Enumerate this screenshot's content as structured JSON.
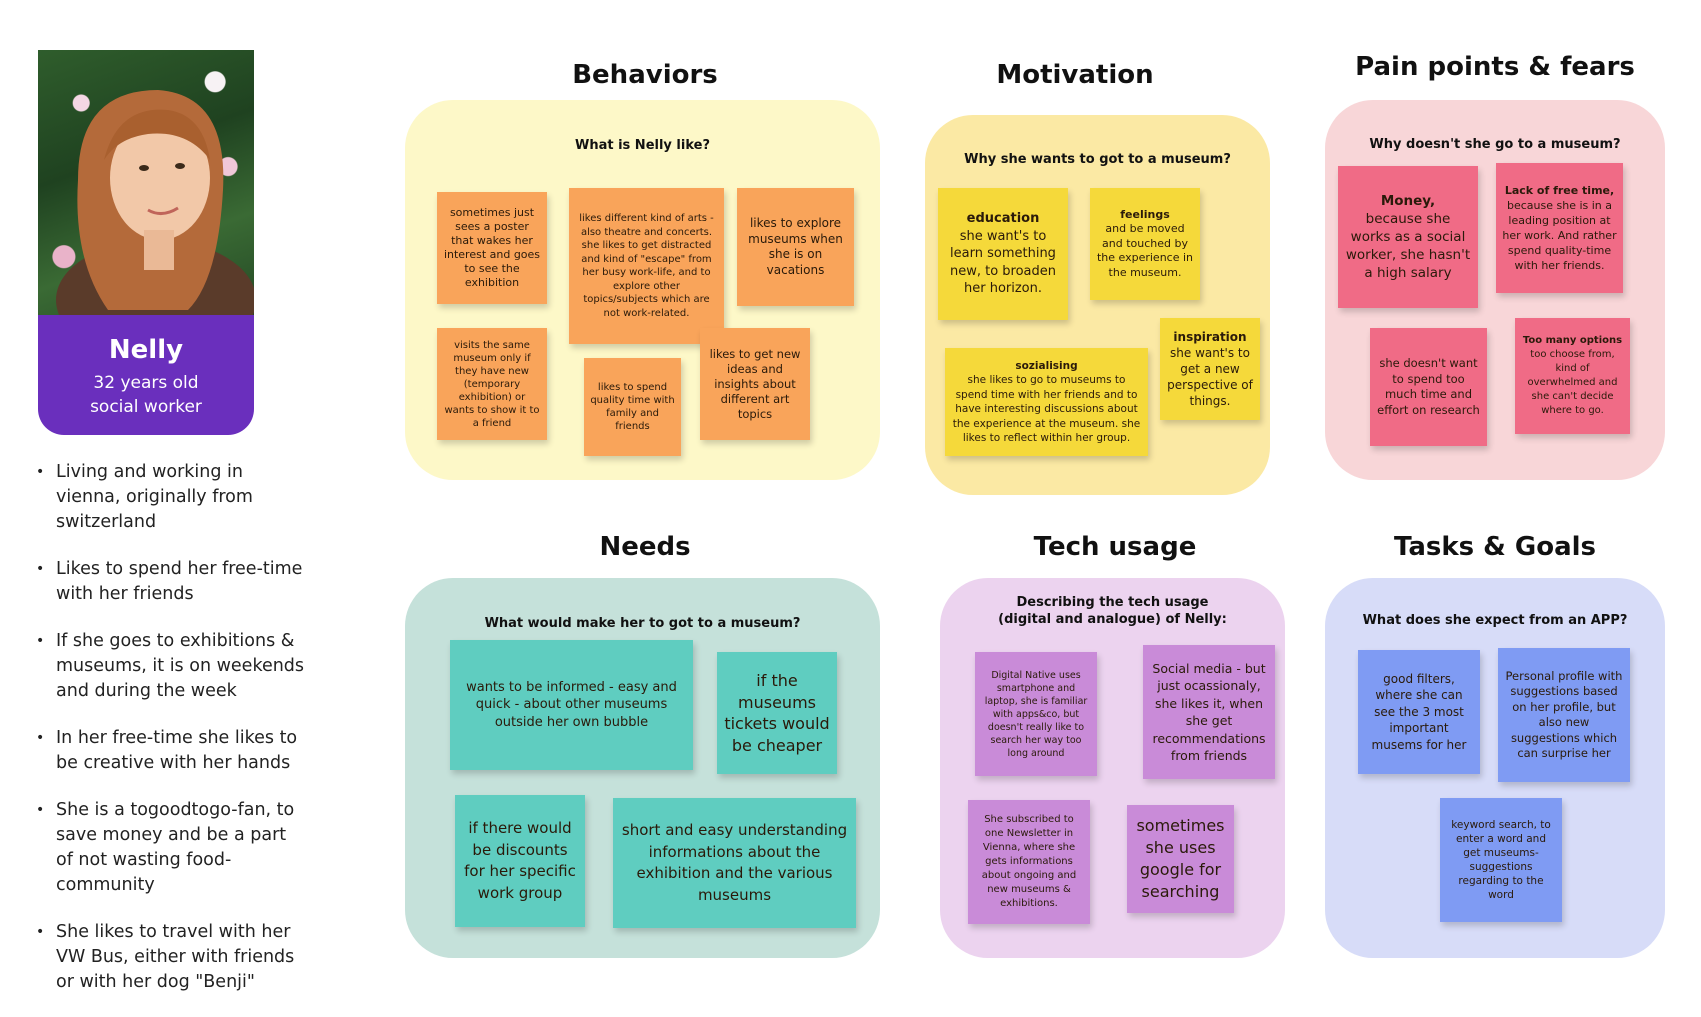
{
  "persona": {
    "name": "Nelly",
    "age": "32 years old",
    "job": "social worker",
    "facts": [
      "Living and working in vienna, originally from switzerland",
      "Likes to spend her free-time with her friends",
      "If she goes to exhibitions & museums, it is on weekends and during the week",
      "In her free-time she likes to be creative with her hands",
      "She is a togoodtogo-fan, to save money and be a part of not wasting food-community",
      "She likes to travel with her VW Bus, either with friends or with her dog \"Benji\""
    ]
  },
  "behaviors": {
    "title": "Behaviors",
    "question": "What is Nelly like?",
    "notes": [
      "sometimes just sees a poster that wakes her interest and goes to see the exhibition",
      "likes different kind of arts - also theatre and concerts. she likes to get distracted and kind of \"escape\" from her busy work-life, and to explore other topics/subjects which are not work-related.",
      "likes to explore museums when she is on vacations",
      "visits the same museum only if they have new (temporary exhibition) or wants to show it to a friend",
      "likes to spend quality time with family and friends",
      "likes to get new ideas and insights about different art topics"
    ]
  },
  "motivation": {
    "title": "Motivation",
    "question": "Why she wants to got to a museum?",
    "notes": [
      {
        "head": "education",
        "body": "she want's to learn something new, to broaden her horizon."
      },
      {
        "head": "feelings",
        "body": "and be moved and touched by the experience in the museum."
      },
      {
        "head": "inspiration",
        "body": "she want's to get a new perspective of things."
      },
      {
        "head": "sozialising",
        "body": "she likes to go to museums to spend time with her friends and to have interesting discussions about the experience at the museum. she likes to reflect within her group."
      }
    ]
  },
  "pain": {
    "title": "Pain points & fears",
    "question": "Why doesn't she go to a museum?",
    "notes": [
      {
        "head": "Money,",
        "body": "because she works as a social worker, she hasn't a high salary"
      },
      {
        "head": "Lack of free time,",
        "body": "because she is in a leading position at her work. And rather spend quality-time with her friends."
      },
      {
        "head": "",
        "body": "she doesn't want to spend too much time and effort on research"
      },
      {
        "head": "Too many options",
        "body": "too choose from, kind of overwhelmed and she can't decide where to go."
      }
    ]
  },
  "needs": {
    "title": "Needs",
    "question": "What would make her to got to a museum?",
    "notes": [
      "wants to be informed - easy and quick - about other museums outside her own bubble",
      "if the museums tickets would be cheaper",
      "if there would be discounts for her specific work group",
      "short and easy understanding informations about the exhibition and the various museums"
    ]
  },
  "tech": {
    "title": "Tech usage",
    "question": "Describing the tech usage (digital and analogue) of Nelly:",
    "notes": [
      "Digital Native uses smartphone and laptop, she is familiar with apps&co, but doesn't really like to search her way too long around",
      "Social media - but just ocassionaly, she likes it, when she get recommendations from friends",
      "She subscribed to one Newsletter in Vienna, where she gets informations about ongoing and new museums & exhibitions.",
      "sometimes she uses google for searching"
    ]
  },
  "tasks": {
    "title": "Tasks & Goals",
    "question": "What does she expect from an APP?",
    "notes": [
      "good filters, where she can see the 3 most important musems for her",
      "Personal profile with suggestions based on her profile, but also new suggestions which can surprise her",
      "keyword search, to enter a word and get museums-suggestions regarding to the word"
    ]
  },
  "colors": {
    "persona": "#6a2fbd",
    "behaviors_panel": "#fdf8c8",
    "motivation_panel": "#fbe9a4",
    "pain_panel": "#f8d6d8",
    "needs_panel": "#c5e1da",
    "tech_panel": "#ecd3ef",
    "tasks_panel": "#d7dcf8"
  }
}
